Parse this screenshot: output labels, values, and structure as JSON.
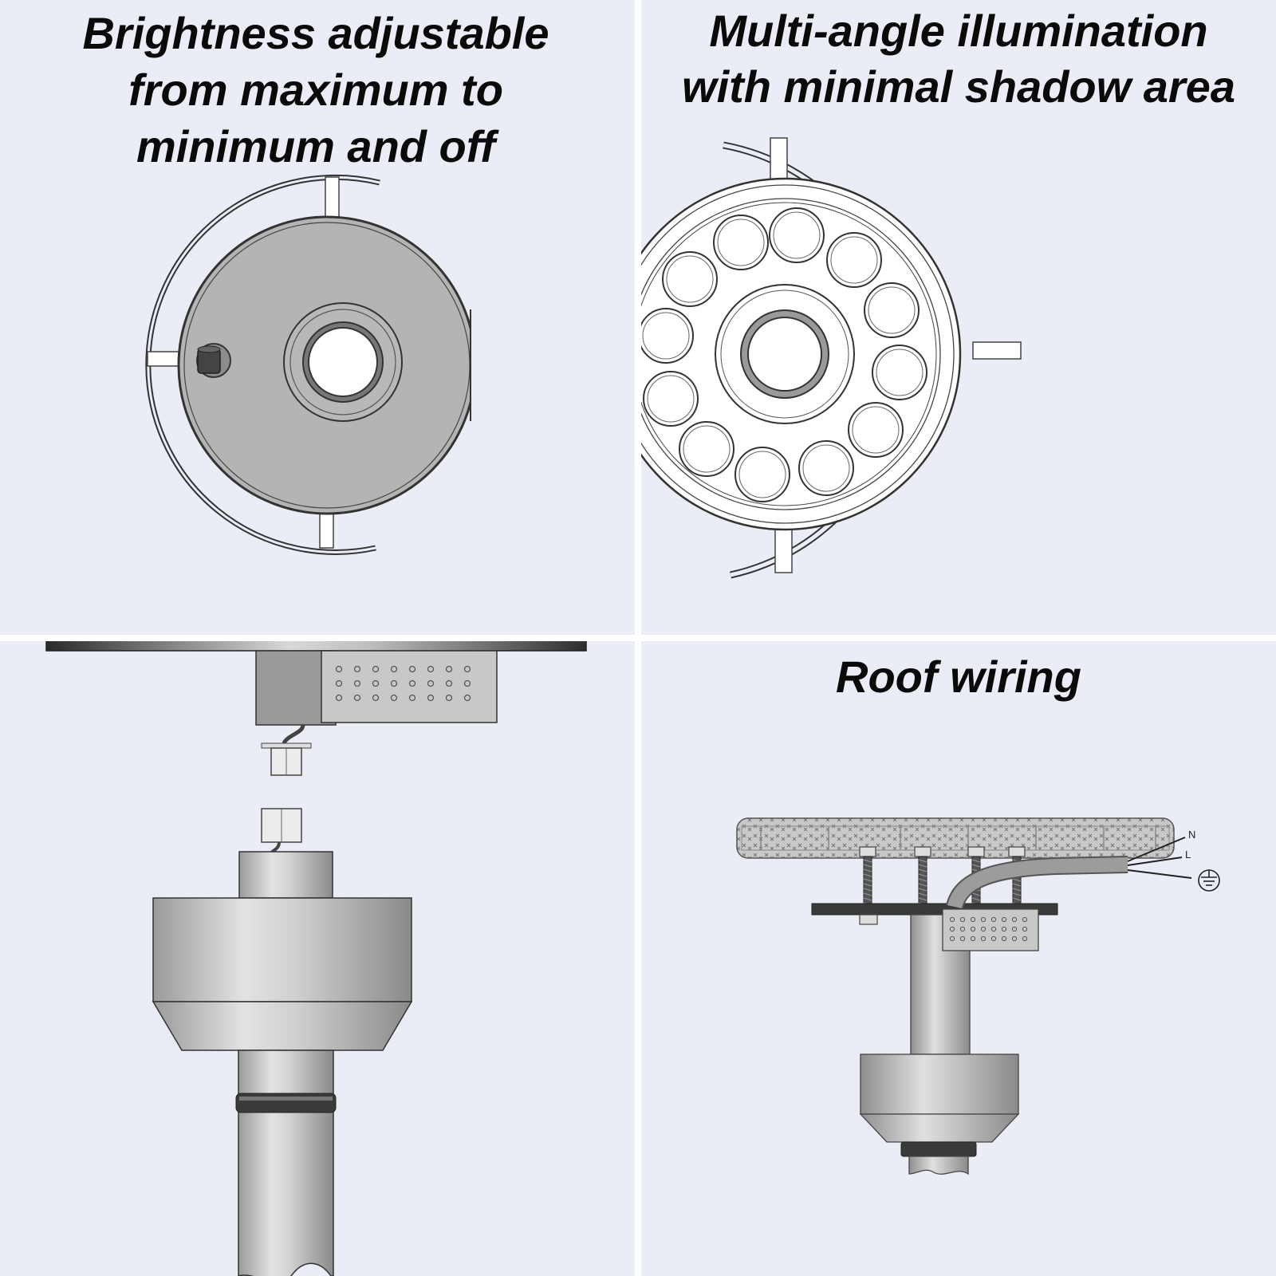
{
  "panels": {
    "brightness": {
      "caption_lines": [
        "Brightness adjustable",
        "from maximum to",
        "minimum and off"
      ]
    },
    "illumination": {
      "caption_lines": [
        "Multi-angle illumination",
        "with minimal shadow area"
      ]
    },
    "mount": {},
    "wiring": {
      "caption_lines": [
        "Roof wiring"
      ],
      "wire_labels": [
        "N",
        "L"
      ]
    }
  },
  "colors": {
    "panel_background": "#eaedf5",
    "metal": "#b4b4b4",
    "outline": "#333333",
    "dark_plate": "#3a3a3a"
  }
}
